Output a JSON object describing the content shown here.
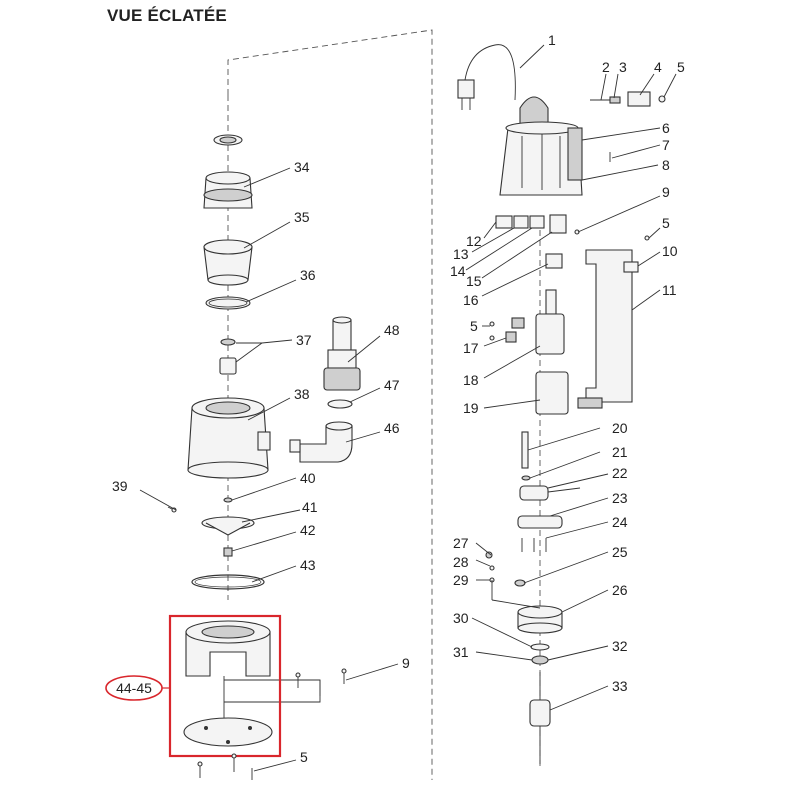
{
  "title": "VUE ÉCLATÉE",
  "highlight": {
    "label": "44-45",
    "color": "#d9262c"
  },
  "callouts": {
    "c1": "1",
    "c2": "2",
    "c3": "3",
    "c4": "4",
    "c5a": "5",
    "c6": "6",
    "c7": "7",
    "c8": "8",
    "c9a": "9",
    "c5b": "5",
    "c10": "10",
    "c11": "11",
    "c12": "12",
    "c13": "13",
    "c14": "14",
    "c15": "15",
    "c16": "16",
    "c5c": "5",
    "c17": "17",
    "c18": "18",
    "c19": "19",
    "c20": "20",
    "c21": "21",
    "c22": "22",
    "c23": "23",
    "c24": "24",
    "c25": "25",
    "c26": "26",
    "c27": "27",
    "c28": "28",
    "c29": "29",
    "c30": "30",
    "c31": "31",
    "c32": "32",
    "c33": "33",
    "c34": "34",
    "c35": "35",
    "c36": "36",
    "c37": "37",
    "c38": "38",
    "c39": "39",
    "c40": "40",
    "c41": "41",
    "c42": "42",
    "c43": "43",
    "c46": "46",
    "c47": "47",
    "c48": "48",
    "c9b": "9",
    "c5d": "5"
  }
}
